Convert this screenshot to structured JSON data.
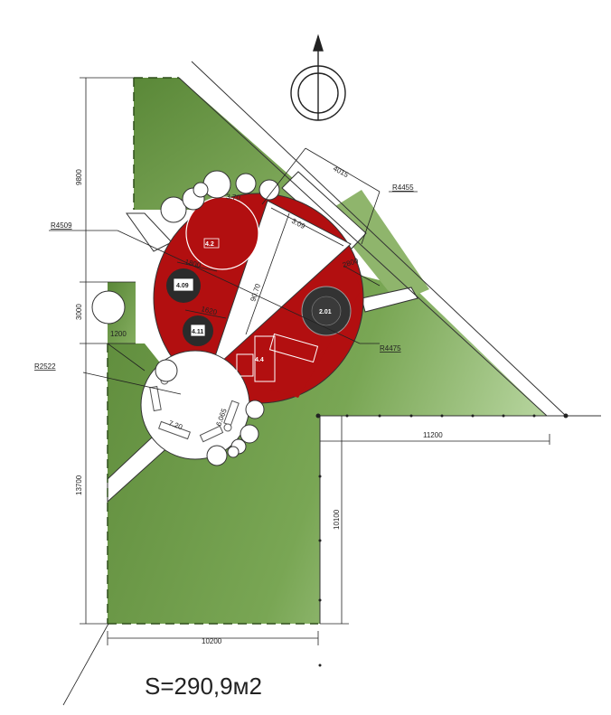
{
  "plan": {
    "area_label": "S=290,9м2",
    "dimensions": {
      "left_top": "9800",
      "left_mid": "3000",
      "left_bottom": "13700",
      "left_step": "1200",
      "top_diag": "4015",
      "inner_chord": "3.09",
      "inner_diag": "90.70",
      "inner_a": "1800",
      "inner_b": "1620",
      "right_small": "2800",
      "right_bottom": "11200",
      "right_vertical": "10100",
      "bottom": "10200",
      "arc_a": "3.70",
      "arc_b": "7.20",
      "arc_c": "6.065"
    },
    "radii": {
      "r1": "R4509",
      "r2": "R4455",
      "r3": "R4475",
      "r4": "R2522"
    },
    "elements": {
      "e1": "4.2",
      "e2": "4.09",
      "e3": "4.11",
      "e4": "2.01",
      "e5": "4.4"
    },
    "colors": {
      "lawn": "#6f9b4a",
      "lawn_light": "#a9c98a",
      "play_area": "#b20f10",
      "paving": "#ffffff"
    }
  }
}
